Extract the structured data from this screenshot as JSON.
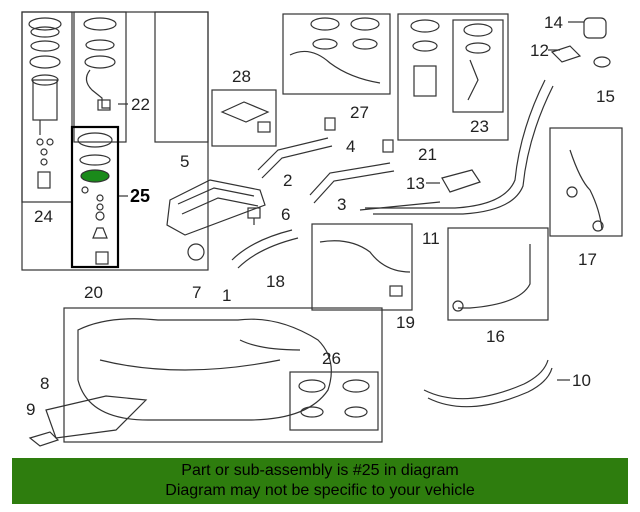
{
  "callouts": {
    "c1": "1",
    "c2": "2",
    "c3": "3",
    "c4": "4",
    "c5": "5",
    "c6": "6",
    "c7": "7",
    "c8": "8",
    "c9": "9",
    "c10": "10",
    "c11": "11",
    "c12": "12",
    "c13": "13",
    "c14": "14",
    "c15": "15",
    "c16": "16",
    "c17": "17",
    "c18": "18",
    "c19": "19",
    "c20": "20",
    "c21": "21",
    "c22": "22",
    "c23": "23",
    "c24": "24",
    "c25": "25",
    "c26": "26",
    "c27": "27",
    "c28": "28"
  },
  "highlighted_part": "25",
  "colors": {
    "banner": "#2e7d0e",
    "highlight": "#1a8a1a",
    "line": "#333333"
  },
  "banner": {
    "line1": "Part or sub-assembly is #25 in diagram",
    "line2": "Diagram may not be specific to your vehicle"
  }
}
